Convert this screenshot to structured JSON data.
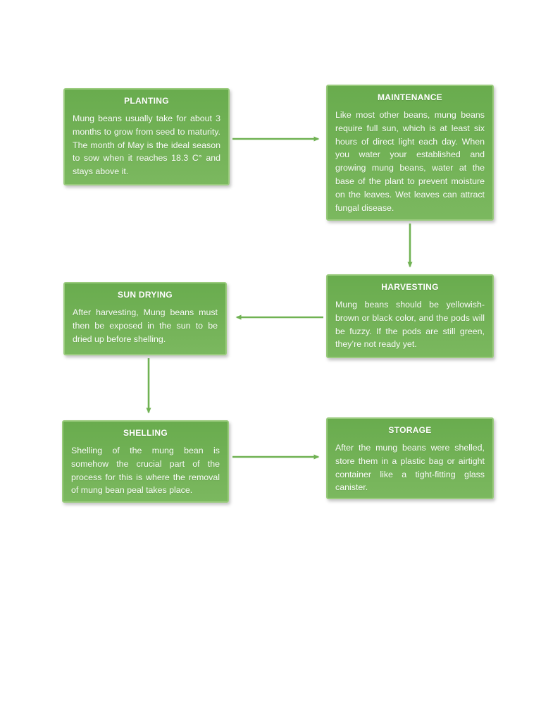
{
  "diagram": {
    "subject": "Mung bean growing process flowchart",
    "colors": {
      "box_fill_top": "#69ac4e",
      "box_fill_bottom": "#7bb85f",
      "box_border": "#9acb7d",
      "arrow": "#70b253",
      "text": "#ffffff",
      "background": "#ffffff"
    },
    "nodes": [
      {
        "id": "planting",
        "title": "PLANTING",
        "body": "Mung beans usually take for about 3 months to grow from seed to maturity. The month of May is the ideal season to sow when it reaches 18.3 C° and stays above it."
      },
      {
        "id": "maintenance",
        "title": "MAINTENANCE",
        "body": "Like most other beans, mung beans require full sun, which is at least six hours of direct light each day. When you water your established and growing mung beans, water at the base of the plant to prevent moisture on the leaves. Wet leaves can attract fungal disease."
      },
      {
        "id": "harvesting",
        "title": "HARVESTING",
        "body": "Mung beans should be yellowish-brown or black color, and the pods will be fuzzy. If the pods are still green, they’re not ready yet."
      },
      {
        "id": "sun_drying",
        "title": "SUN DRYING",
        "body": "After harvesting, Mung beans must then be exposed in the sun to be dried up before shelling."
      },
      {
        "id": "shelling",
        "title": "SHELLING",
        "body": "Shelling of the mung bean is somehow the crucial part of the process for this is where the removal of mung bean peal takes place."
      },
      {
        "id": "storage",
        "title": "STORAGE",
        "body": "After the mung beans were shelled, store them in a plastic bag or airtight container like a tight-fitting glass canister."
      }
    ],
    "connections": [
      {
        "from": "PLANTING",
        "to": "MAINTENANCE",
        "direction": "right"
      },
      {
        "from": "MAINTENANCE",
        "to": "HARVESTING",
        "direction": "down"
      },
      {
        "from": "HARVESTING",
        "to": "SUN DRYING",
        "direction": "left"
      },
      {
        "from": "SUN DRYING",
        "to": "SHELLING",
        "direction": "down"
      },
      {
        "from": "SHELLING",
        "to": "STORAGE",
        "direction": "right"
      }
    ]
  }
}
